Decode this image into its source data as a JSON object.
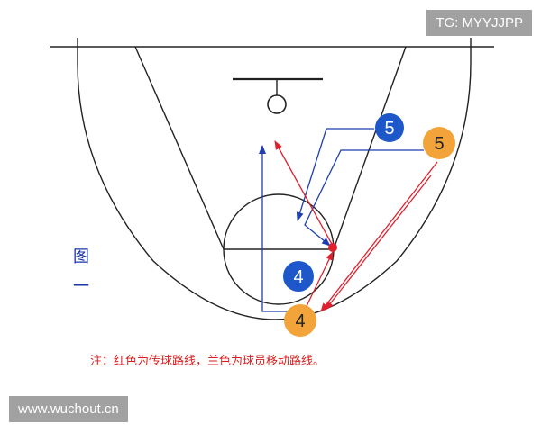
{
  "watermarks": {
    "top_right": "TG: MYYJJPP",
    "bottom_left": "www.wuchout.cn"
  },
  "figure": {
    "label_line1": "图",
    "label_line2": "一",
    "note": "注：红色为传球路线，兰色为球员移动路线。"
  },
  "players": [
    {
      "id": "blue-5",
      "number": "5",
      "color": "#1d57c9",
      "text_color": "#ffffff"
    },
    {
      "id": "orange-5",
      "number": "5",
      "color": "#f2a33a",
      "text_color": "#222222"
    },
    {
      "id": "blue-4",
      "number": "4",
      "color": "#1d57c9",
      "text_color": "#ffffff"
    },
    {
      "id": "orange-4",
      "number": "4",
      "color": "#f2a33a",
      "text_color": "#222222"
    }
  ],
  "colors": {
    "pass_route": "#e0202c",
    "movement_route": "#1f3fb0",
    "court_lines": "#222222",
    "ball": "#e0202c"
  }
}
